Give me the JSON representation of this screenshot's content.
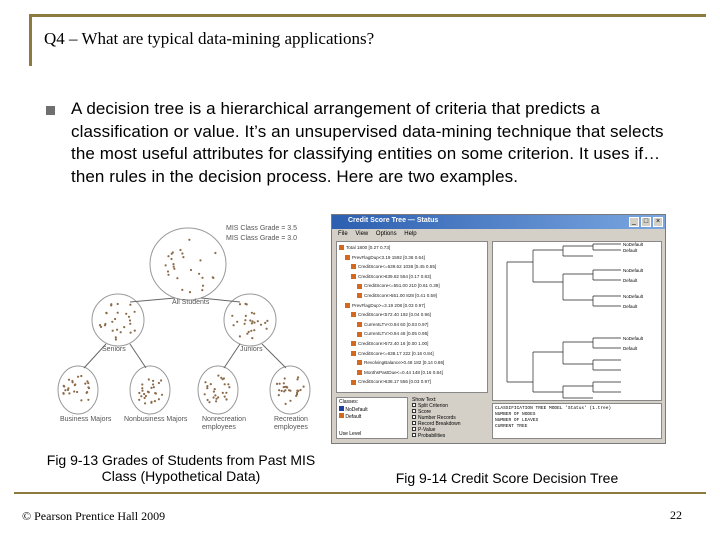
{
  "slide": {
    "title": "Q4 – What are typical data-mining applications?",
    "bullet_text": "A decision tree is a hierarchical arrangement of criteria that predicts a classification or value. It’s an unsupervised data-mining technique that selects the most useful attributes for classifying entities on some criterion. It uses if…then rules in the decision process. Here are two examples.",
    "footer": "© Pearson Prentice Hall 2009",
    "page_number": "22"
  },
  "figure_13": {
    "caption": "Fig 9-13 Grades of Students from Past MIS Class (Hypothetical Data)",
    "legend_1": "MIS Class Grade = 3.5",
    "legend_2": "MIS Class Grade = 3.0",
    "node_root": "All Students",
    "node_seniors": "Seniors",
    "node_juniors": "Juniors",
    "leaf_1": "Business Majors",
    "leaf_2": "Nonbusiness Majors",
    "leaf_3": "Nonrecreation employees",
    "leaf_4": "Recreation employees"
  },
  "figure_14": {
    "caption": "Fig 9-14 Credit Score Decision Tree",
    "window_title": "Credit Score Tree",
    "window_status": "Status",
    "menu": [
      "File",
      "View",
      "Options",
      "Help"
    ],
    "tree_lines": [
      "Total  1800  [0.27 0.73]",
      "PrevFlagDup<3.19  1592  [0.36  0.64]",
      "CreditScore<=639.62  1038  [0.45  0.55]",
      "CreditScore>639.62  554  [0.17  0.83]",
      "CreditScore<=551.00  210  [0.61  0.39]",
      "CreditScore>551.00  828  [0.41  0.59]",
      "PrevFlagDup>=3.19  208  [0.03  0.97]",
      "CreditScore<572.40  192  [0.04  0.96]",
      "CurrentLTV<0.94  60  [0.03  0.97]",
      "CurrentLTV>0.94  48  [0.05  0.95]",
      "CreditScore>572.40  16  [0.00  1.00]",
      "CreditScore<=638.17  222  [0.16  0.84]",
      "RevolvingBalance>0.48  182  [0.14  0.86]",
      "MonthsPastDue<=0.44  148  [0.16  0.84]",
      "CreditScore>638.17  556  [0.03  0.97]"
    ],
    "classes_label": "Classes:",
    "classes": [
      "NoDefault",
      "Default"
    ],
    "show_label": "Show Text:",
    "show_options": [
      "Split Criterion",
      "Score",
      "Number Records",
      "Record Breakdown",
      "P-Value",
      "Probabilities"
    ],
    "leaf_labels": [
      "NoDefault",
      "Default",
      "NoDefault",
      "Default",
      "NoDefault",
      "Default",
      "NoDefault",
      "Default"
    ],
    "info_lines": [
      "CLASSIFICATION TREE MODEL  'Status'  (1.tree)",
      "NUMBER OF NODES",
      "NUMBER OF LEAVES",
      "CURRENT TREE"
    ],
    "use_level_label": "Use Level"
  },
  "colors": {
    "frame": "#8c7a3e",
    "window_title": "#2c5fb0",
    "tree_node": "#d2691e"
  }
}
